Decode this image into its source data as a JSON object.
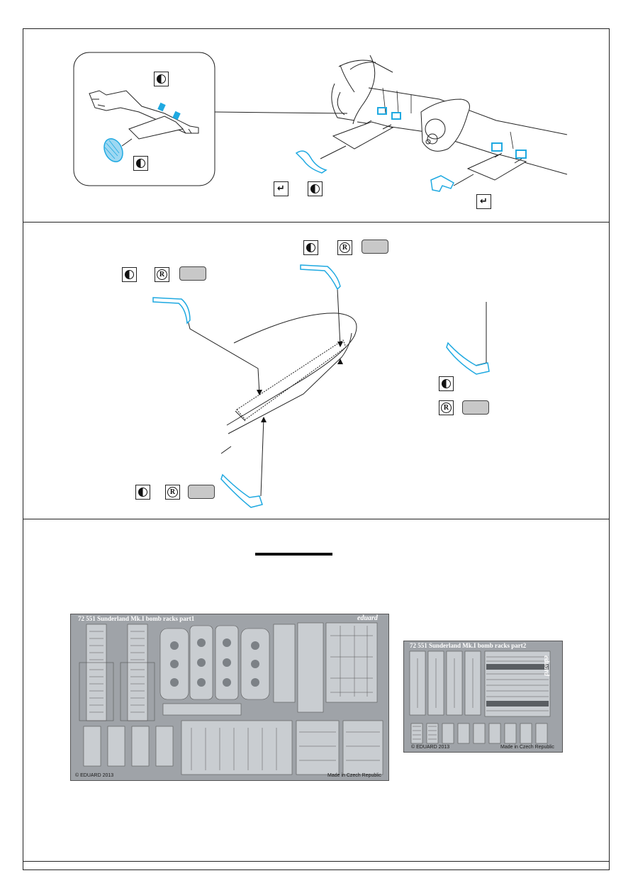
{
  "icons": {
    "yin_yang": "yin-yang-icon",
    "registered": "registered-icon",
    "bend": "bend-arrow-icon"
  },
  "accent_color": "#1fa9e1",
  "frets": [
    {
      "title": "72 551  Sunderland Mk.I bomb racks part1",
      "brand": "eduard",
      "copyright": "© EDUARD 2013",
      "origin": "Made in Czech Republic"
    },
    {
      "title": "72 551  Sunderland Mk.I bomb racks part2",
      "brand": "eduard",
      "copyright": "© EDUARD 2013",
      "origin": "Made in Czech Republic"
    }
  ]
}
